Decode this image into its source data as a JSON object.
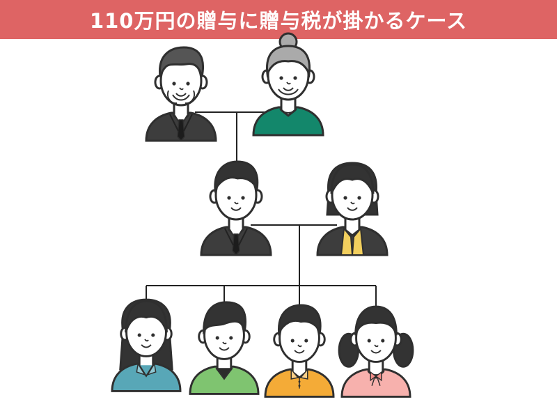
{
  "header": {
    "title": "110万円の贈与に贈与税が掛かるケース"
  },
  "colors": {
    "banner": "#de6464",
    "line": "#222222",
    "outline": "#2f2f2f",
    "skin": "#ffffff",
    "dark_hair": "#333333",
    "grey_hair": "#aaaaaa",
    "suit": "#3d3d3d",
    "grandmother_top": "#13876b",
    "mother_blouse": "#f2cf5e",
    "daughter_top": "#58a7b7",
    "son_top": "#7fc470",
    "son2_top": "#f4ab37",
    "daughter2_top": "#f7b1ad"
  },
  "people": [
    {
      "role": "grandfather",
      "hair": "grey-short",
      "outfit": "suit"
    },
    {
      "role": "grandmother",
      "hair": "grey-bun",
      "outfit": "sweater"
    },
    {
      "role": "father",
      "hair": "dark-short",
      "outfit": "suit"
    },
    {
      "role": "mother",
      "hair": "dark-bob",
      "outfit": "jacket-blouse"
    },
    {
      "role": "daughter",
      "hair": "dark-long",
      "outfit": "shirt"
    },
    {
      "role": "son",
      "hair": "dark-swept",
      "outfit": "vneck"
    },
    {
      "role": "son-younger",
      "hair": "dark-short",
      "outfit": "polo"
    },
    {
      "role": "daughter-younger",
      "hair": "dark-pigtails",
      "outfit": "bow-blouse"
    }
  ]
}
